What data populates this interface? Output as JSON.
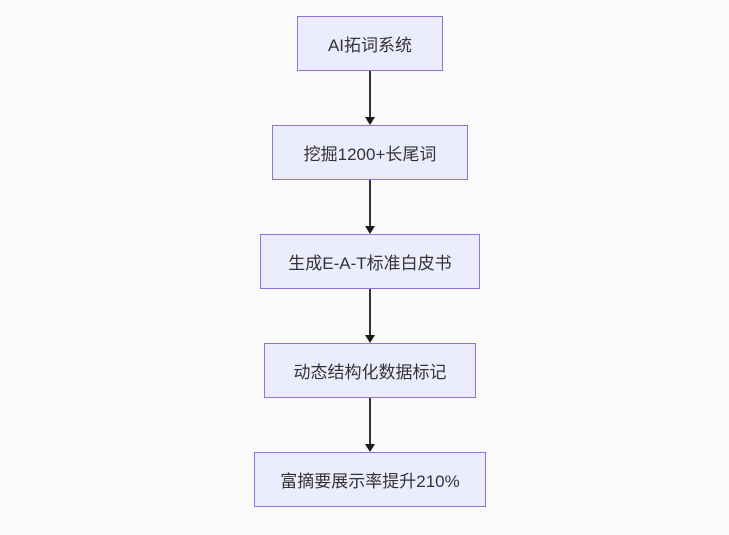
{
  "page": {
    "background_color": "#fafafa"
  },
  "flowchart": {
    "type": "vertical-flowchart",
    "direction": "top-down",
    "nodes": [
      {
        "id": "node-1",
        "label": "AI拓词系统"
      },
      {
        "id": "node-2",
        "label": "挖掘1200+长尾词"
      },
      {
        "id": "node-3",
        "label": "生成E-A-T标准白皮书"
      },
      {
        "id": "node-4",
        "label": "动态结构化数据标记"
      },
      {
        "id": "node-5",
        "label": "富摘要展示率提升210%"
      }
    ],
    "edges": [
      {
        "from": "node-1",
        "to": "node-2",
        "arrow": "down"
      },
      {
        "from": "node-2",
        "to": "node-3",
        "arrow": "down"
      },
      {
        "from": "node-3",
        "to": "node-4",
        "arrow": "down"
      },
      {
        "from": "node-4",
        "to": "node-5",
        "arrow": "down"
      }
    ],
    "style": {
      "node_fill": "#ECECFF",
      "node_border": "#9370DB",
      "node_text_color": "#333333",
      "arrow_color": "#333333"
    }
  }
}
